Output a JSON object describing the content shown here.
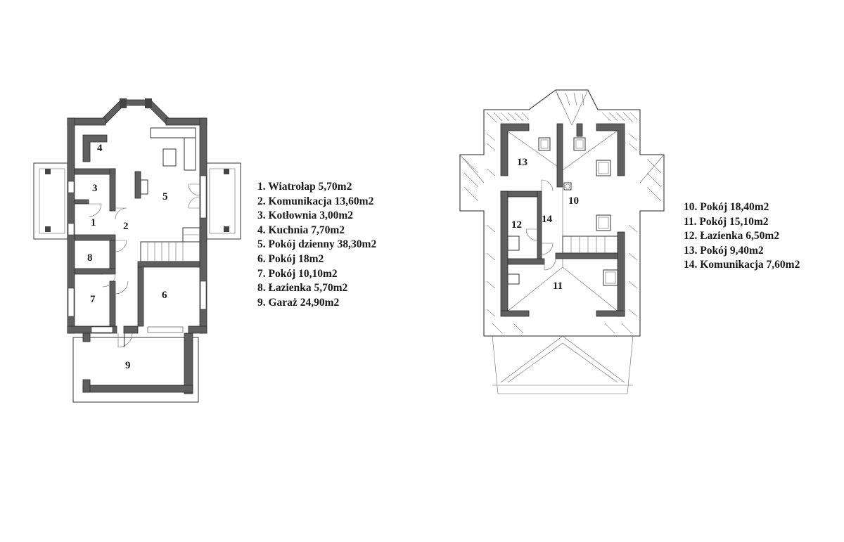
{
  "ground_floor": {
    "room_labels": [
      "1",
      "2",
      "3",
      "4",
      "5",
      "6",
      "7",
      "8",
      "9"
    ],
    "legend": [
      "1. Wiatrołap 5,70m2",
      "2. Komunikacja 13,60m2",
      "3. Kotłownia 3,00m2",
      "4. Kuchnia 7,70m2",
      "5. Pokój dzienny 38,30m2",
      "6. Pokój 18m2",
      "7. Pokój 10,10m2",
      "8. Łazienka 5,70m2",
      "9. Garaż 24,90m2"
    ]
  },
  "upper_floor": {
    "room_labels": [
      "10",
      "11",
      "12",
      "13",
      "14"
    ],
    "legend": [
      "10. Pokój 18,40m2",
      "11. Pokój 15,10m2",
      "12. Łazienka 6,50m2",
      "13. Pokój 9,40m2",
      "14. Komunikacja 7,60m2"
    ]
  },
  "colors": {
    "wall": "#5f5f5f",
    "line": "#333333",
    "background": "#ffffff"
  }
}
